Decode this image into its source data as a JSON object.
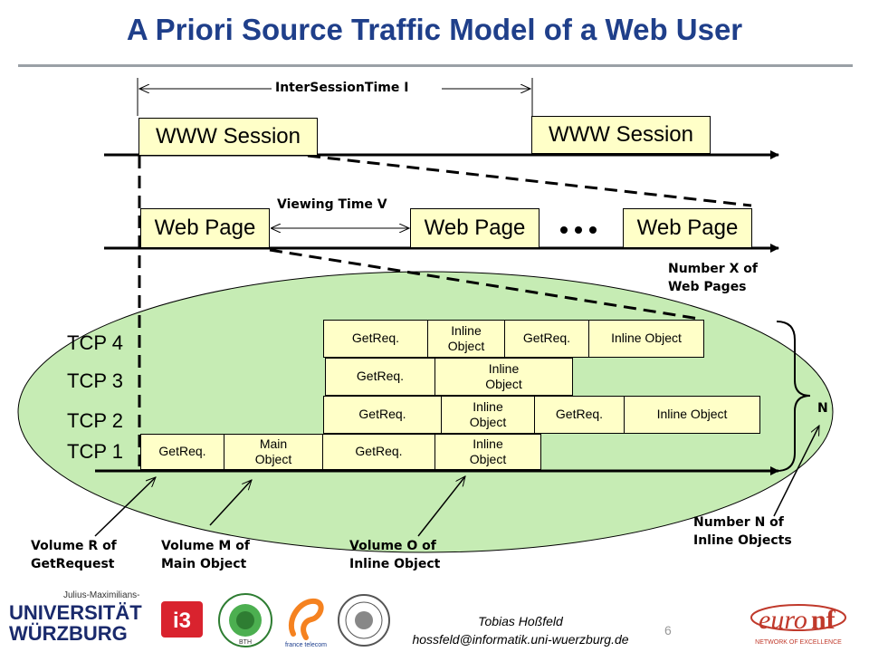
{
  "title": "A Priori Source Traffic Model of a Web User",
  "labels": {
    "inter_session": "InterSessionTime I",
    "viewing_time": "Viewing Time V",
    "number_x_line1": "Number X of",
    "number_x_line2": "Web Pages",
    "n": "N",
    "number_n_line1": "Number N of",
    "number_n_line2": "Inline Objects",
    "volume_r_line1": "Volume R of",
    "volume_r_line2": "GetRequest",
    "volume_m_line1": "Volume M of",
    "volume_m_line2": "Main Object",
    "volume_o_line1": "Volume O of",
    "volume_o_line2": "Inline Object"
  },
  "sessions": [
    "WWW Session",
    "WWW Session"
  ],
  "pages": [
    "Web Page",
    "Web Page",
    "Web Page"
  ],
  "tcp_labels": [
    "TCP 4",
    "TCP 3",
    "TCP 2",
    "TCP 1"
  ],
  "tcp4": [
    "GetReq.",
    "Inline Object",
    "GetReq.",
    "Inline Object"
  ],
  "tcp3": [
    "GetReq.",
    "Inline Object"
  ],
  "tcp2": [
    "GetReq.",
    "Inline Object",
    "GetReq.",
    "Inline Object"
  ],
  "tcp1": [
    "GetReq.",
    "Main Object",
    "GetReq.",
    "Inline Object"
  ],
  "footer": {
    "wu_top": "Julius-Maximilians-",
    "wu_line1": "UNIVERSITÄT",
    "wu_line2": "WÜRZBURG",
    "author": "Tobias Hoßfeld",
    "email": "hossfeld@informatik.uni-wuerzburg.de",
    "page_number": "6",
    "ft_label": "france telecom",
    "euronf": "euro",
    "euronf_nf": "nf",
    "euronf_sub": "NETWORK OF EXCELLENCE",
    "bth_label": "BTH"
  },
  "colors": {
    "title": "#1f3f8a",
    "ellipse": "#c6ecb4",
    "box_fill": "#ffffc8"
  }
}
